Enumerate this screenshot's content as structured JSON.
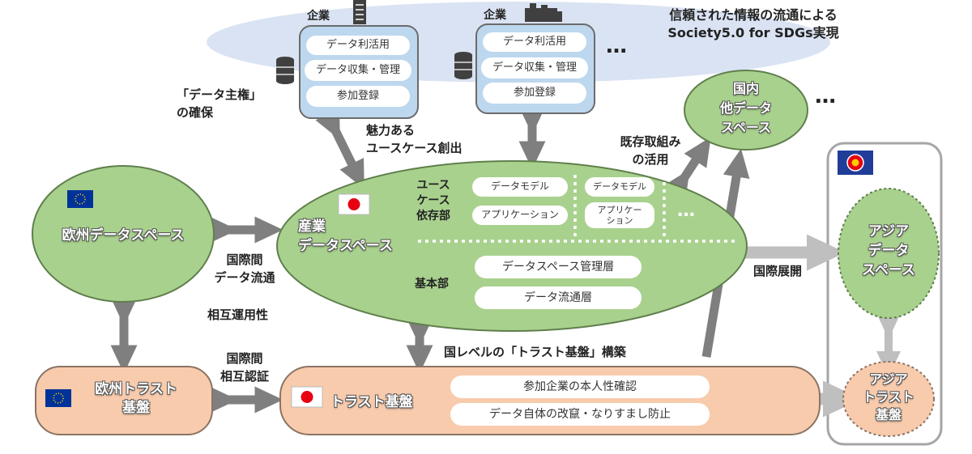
{
  "headline": {
    "line1": "信頼された情報の流通による",
    "line2": "Society5.0 for SDGs実現"
  },
  "companies": [
    {
      "title": "企業",
      "items": [
        "データ利活用",
        "データ収集・管理",
        "参加登録"
      ]
    },
    {
      "title": "企業",
      "items": [
        "データ利活用",
        "データ収集・管理",
        "参加登録"
      ]
    }
  ],
  "ellipsis": "…",
  "data_sovereignty": {
    "line1": "「データ主権」",
    "line2": "の確保"
  },
  "use_case_creation": {
    "line1": "魅力ある",
    "line2": "ユースケース創出"
  },
  "existing_use": {
    "line1": "既存取組み",
    "line2": "の活用"
  },
  "domestic_space": {
    "line1": "国内",
    "line2": "他データ",
    "line3": "スペース"
  },
  "eu_data_space": {
    "label": "欧州データスペース"
  },
  "intl_flow": {
    "line1": "国際間",
    "line2": "データ流通"
  },
  "interoperability": "相互運用性",
  "industry_space": {
    "title_line1": "産業",
    "title_line2": "データスペース",
    "usecase_label": {
      "line1": "ユース",
      "line2": "ケース",
      "line3": "依存部"
    },
    "usecase_col1": [
      "データモデル",
      "アプリケーション"
    ],
    "usecase_col2": [
      "データモデル",
      "アプリケー\nション"
    ],
    "base_label": "基本部",
    "base_items": [
      "データスペース管理層",
      "データ流通層"
    ]
  },
  "intl_expansion": "国際展開",
  "asia_data_space": {
    "line1": "アジア",
    "line2": "データ",
    "line3": "スペース"
  },
  "trust_build": "国レベルの「トラスト基盤」構築",
  "intl_auth": {
    "line1": "国際間",
    "line2": "相互認証"
  },
  "eu_trust": {
    "line1": "欧州トラスト",
    "line2": "基盤"
  },
  "jp_trust": {
    "label": "トラスト基盤",
    "items": [
      "参加企業の本人性確認",
      "データ自体の改竄・なりすまし防止"
    ]
  },
  "asia_trust": {
    "line1": "アジア",
    "line2": "トラスト",
    "line3": "基盤"
  },
  "colors": {
    "green": "#a9d18e",
    "green_border": "#5f7f4c",
    "peach": "#f8cbad",
    "peach_border": "#8a7464",
    "blue_box": "#bdd7ee",
    "arrow_dark": "#7f7f7f",
    "arrow_light": "#bfbfbf",
    "cloud": "#dae3f3",
    "eu_blue": "#003399",
    "eu_star": "#ffcc00",
    "jp_red": "#e60012"
  },
  "icons": [
    "building-icon",
    "factory-icon",
    "database-icon",
    "eu-flag-icon",
    "japan-flag-icon",
    "asean-flag-icon"
  ]
}
